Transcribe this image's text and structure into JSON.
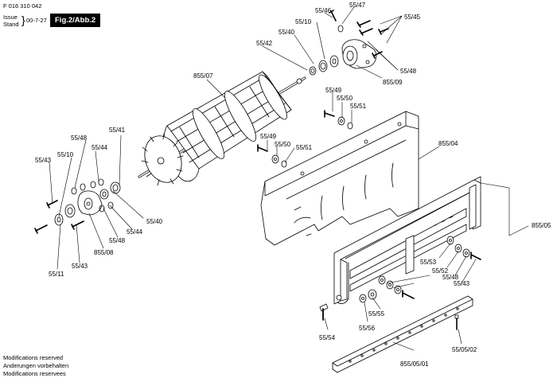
{
  "header": {
    "doc_number": "F 016 310 042",
    "issue_label": "Issue",
    "stand_label": "Stand",
    "issue_date": "00-7-27",
    "figure_tag": "Fig.2/Abb.2"
  },
  "footer": {
    "notes": [
      "Modifications reserved",
      "Anderungen vorbehalten",
      "Modifications reservees"
    ]
  },
  "part_labels": [
    "55/46",
    "55/47",
    "55/45",
    "55/10",
    "55/40",
    "55/42",
    "55/48",
    "855/09",
    "855/07",
    "55/49",
    "55/50",
    "55/51",
    "55/41",
    "55/48",
    "55/44",
    "55/10",
    "55/43",
    "55/49",
    "55/50",
    "55/51",
    "855/04",
    "55/40",
    "55/44",
    "55/48",
    "855/08",
    "55/11",
    "55/43",
    "855/05",
    "55/53",
    "55/52",
    "55/48",
    "55/43",
    "55/55",
    "55/54",
    "55/56",
    "55/05/02",
    "855/05/01"
  ]
}
